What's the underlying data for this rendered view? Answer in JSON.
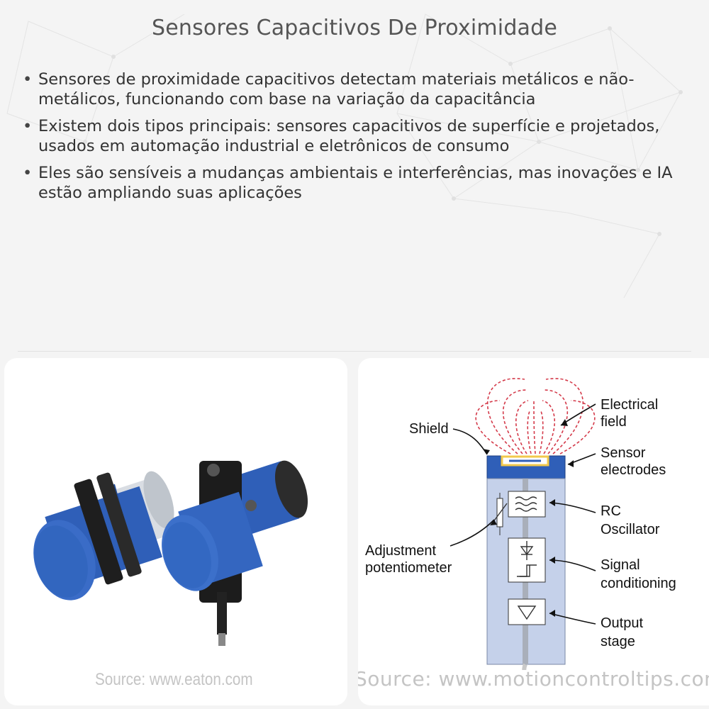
{
  "title": "Sensores Capacitivos De Proximidade",
  "bullets": [
    "Sensores de proximidade capacitivos detectam materiais metálicos e não-metálicos, funcionando com base na variação da capacitância",
    "Existem dois tipos principais: sensores capacitivos de superfície e projetados, usados em automação industrial e eletrônicos de consumo",
    "Eles são sensíveis a mudanças ambientais e interferências, mas inovações e IA estão ampliando suas aplicações"
  ],
  "left_image": {
    "source": "Source: www.eaton.com"
  },
  "diagram": {
    "source": "Source: www.motioncontroltips.com",
    "labels": {
      "shield": "Shield",
      "electrical_field_1": "Electrical",
      "electrical_field_2": "field",
      "sensor_electrodes_1": "Sensor",
      "sensor_electrodes_2": "electrodes",
      "rc_oscillator_1": "RC",
      "rc_oscillator_2": "Oscillator",
      "adjustment_pot_1": "Adjustment",
      "adjustment_pot_2": "potentiometer",
      "signal_conditioning_1": "Signal",
      "signal_conditioning_2": "conditioning",
      "output_stage_1": "Output",
      "output_stage_2": "stage"
    }
  },
  "colors": {
    "sensor_blue": "#2f5fb8",
    "sensor_body": "#c5d1ea",
    "field_lines": "#d43a4a",
    "electrode": "#f2c94c"
  }
}
